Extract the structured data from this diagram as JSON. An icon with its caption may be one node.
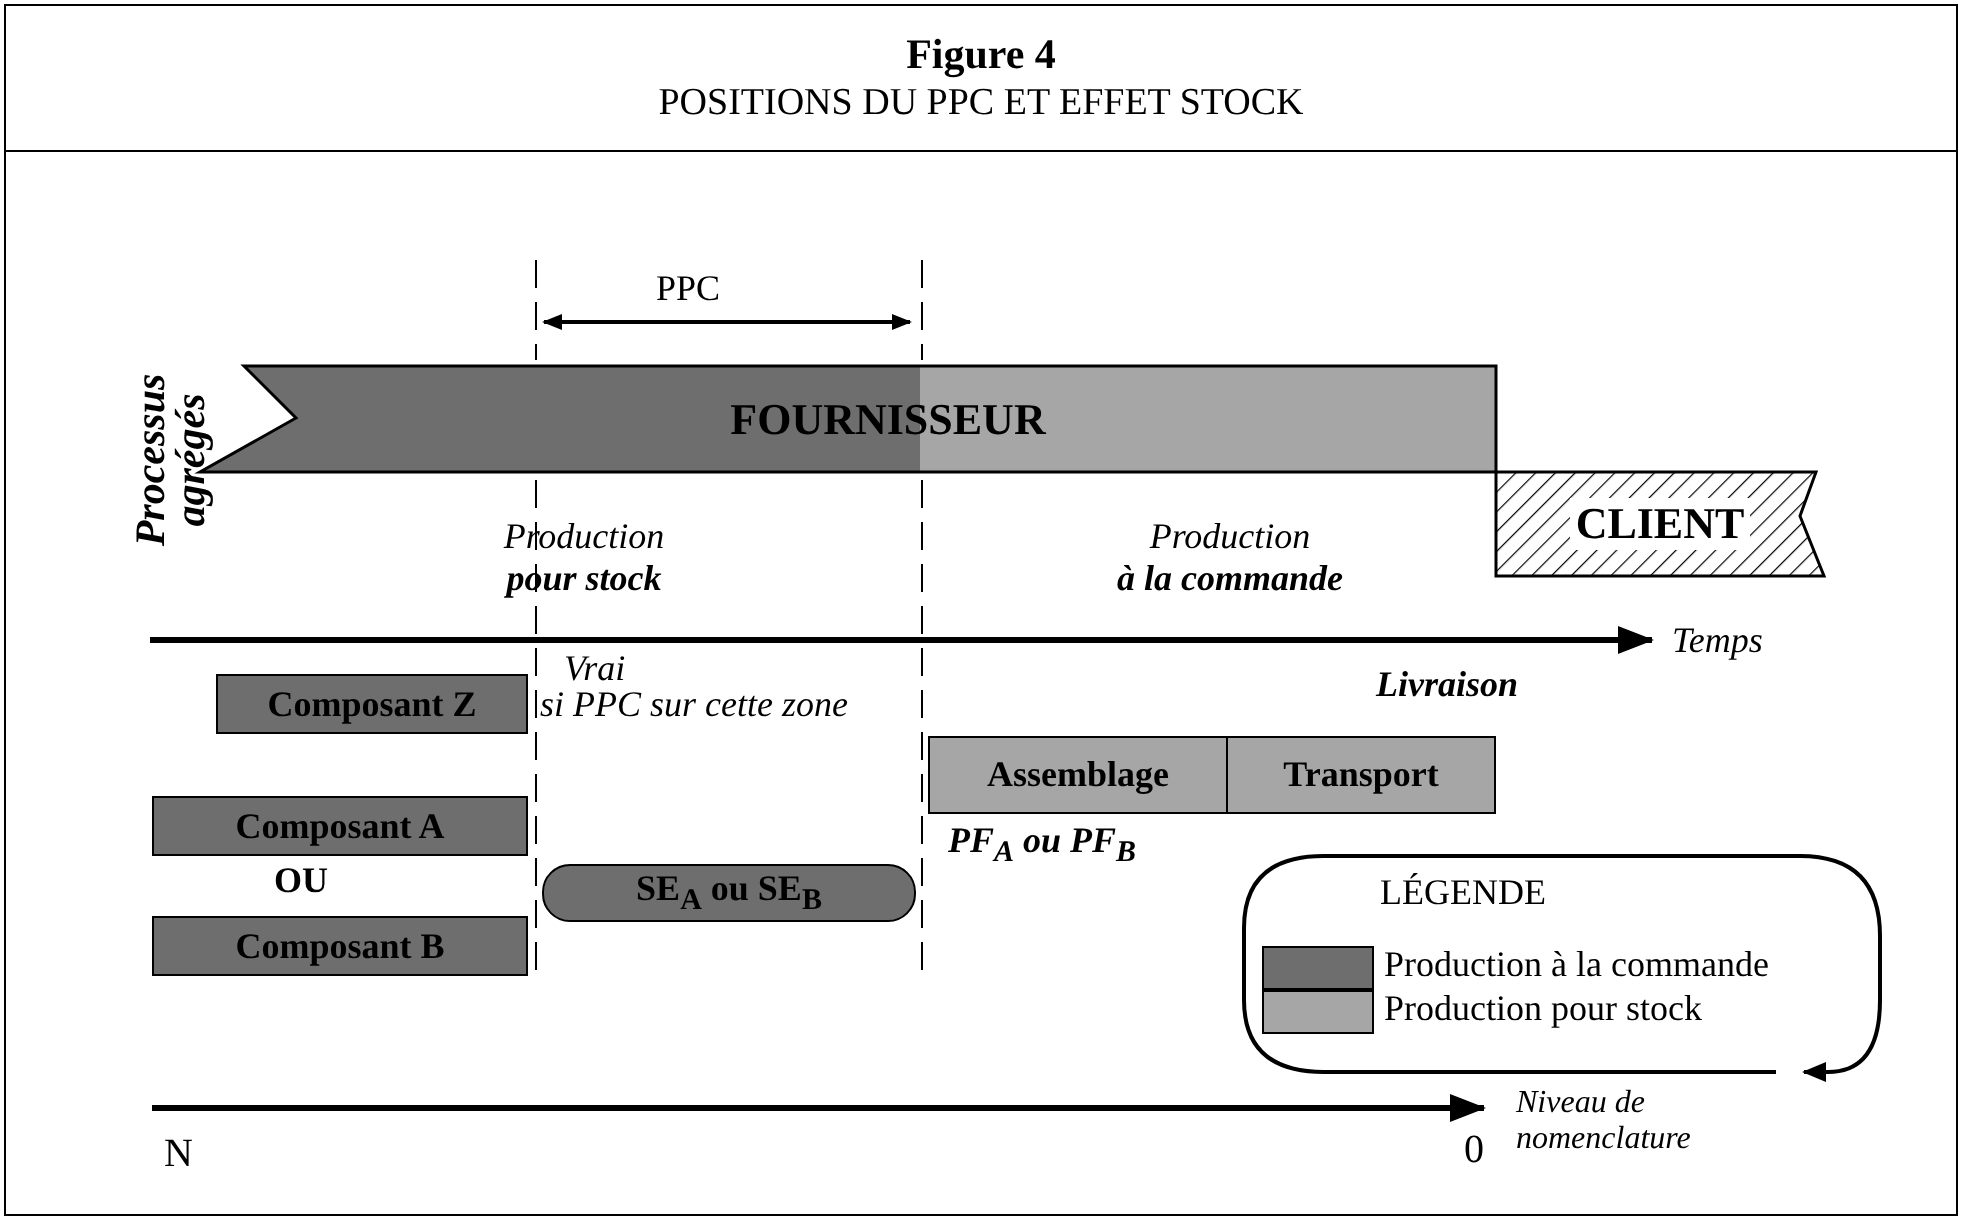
{
  "diagram": {
    "title": "Figure 4",
    "nodes": [
      {
        "text": [
          "FOURNISSEUR"
        ]
      },
      {
        "text": [
          "CLIENT"
        ]
      },
      {
        "text": [
          "Composant Z"
        ]
      },
      {
        "text": [
          "Composant A"
        ]
      },
      {
        "text": [
          "Composant B"
        ]
      },
      {
        "text": [
          "SE$_{A}$ ou SE$_{B}$"
        ]
      },
      {
        "text": [
          "Assemblage"
        ]
      },
      {
        "text": [
          "Transport"
        ]
      }
    ],
    "labels": [
      "POSITIONS DU PPC ET EFFET STOCK",
      "PPC",
      "Processus agrégés",
      "Production **pour stock**",
      "Production **à la commande**",
      "Temps",
      "Vrai",
      "si PPC sur cette zone",
      "Livraison",
      "OU",
      "PF$_{A}$ ou PF$_{B}$",
      "N",
      "0",
      "Niveau de nomenclature",
      "LÉGENDE"
    ],
    "legend": [
      {
        "text": "Production à la commande",
        "color": "#6e6e6e"
      },
      {
        "text": "Production pour stock",
        "color": "#a6a6a6"
      }
    ]
  }
}
